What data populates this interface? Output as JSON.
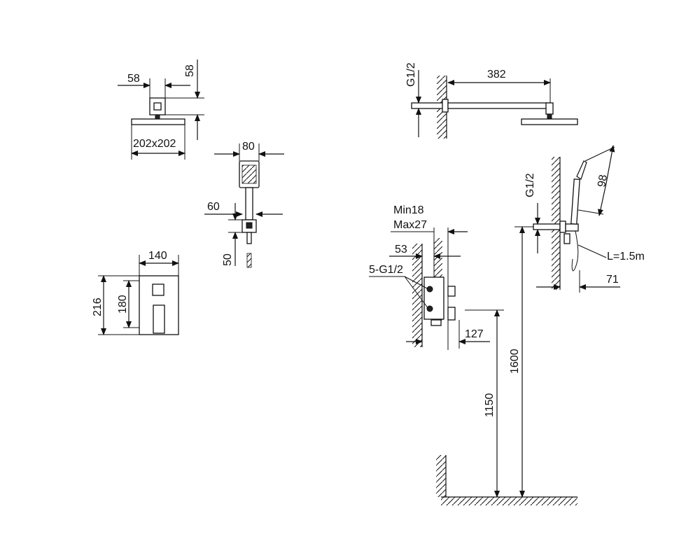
{
  "colors": {
    "line": "#111111",
    "background": "#ffffff"
  },
  "dimensions": {
    "head_width": "58",
    "head_height": "58",
    "head_size": "202x202",
    "handshower_width": "80",
    "holder_height": "60",
    "hose_connector": "50",
    "valve_width": "140",
    "valve_height_outer": "216",
    "valve_height_inner": "180",
    "arm_thread": "G1/2",
    "arm_length": "382",
    "wall_min": "Min18",
    "wall_max": "Max27",
    "valve_depth": "53",
    "valve_ports": "5-G1/2",
    "valve_projection": "127",
    "valve_mount_height": "1150",
    "arm_mount_height": "1600",
    "outlet_thread": "G1/2",
    "handshower_len": "98",
    "hose_length": "L=1.5m",
    "outlet_projection": "71"
  }
}
